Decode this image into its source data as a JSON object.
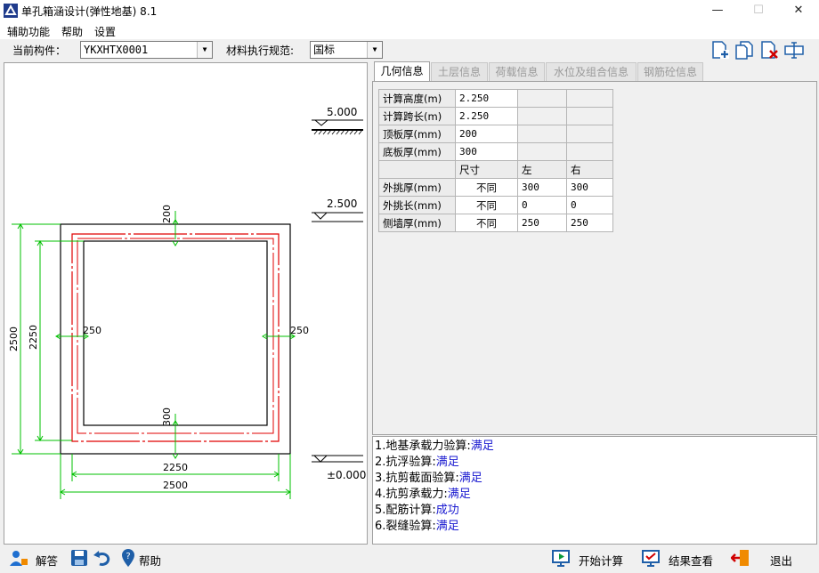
{
  "window": {
    "title": "单孔箱涵设计(弹性地基) 8.1",
    "minimize": "—",
    "maximize": "☐",
    "close": "✕"
  },
  "menu": [
    "辅助功能",
    "帮助",
    "设置"
  ],
  "toolbar": {
    "component_label": "当前构件：",
    "component_value": "YKXHTX0001",
    "code_label": "材料执行规范:",
    "code_value": "国标"
  },
  "tabs": [
    "几何信息",
    "土层信息",
    "荷载信息",
    "水位及组合信息",
    "钢筋砼信息"
  ],
  "geometry": {
    "rows": [
      {
        "label": "计算高度(m)",
        "c1": "2.250"
      },
      {
        "label": "计算跨长(m)",
        "c1": "2.250"
      },
      {
        "label": "顶板厚(mm)",
        "c1": "200"
      },
      {
        "label": "底板厚(mm)",
        "c1": "300"
      }
    ],
    "header": {
      "c1": "尺寸",
      "c2": "左",
      "c3": "右"
    },
    "rows2": [
      {
        "label": "外挑厚(mm)",
        "c1": "不同",
        "c2": "300",
        "c3": "300"
      },
      {
        "label": "外挑长(mm)",
        "c1": "不同",
        "c2": "0",
        "c3": "0"
      },
      {
        "label": "侧墙厚(mm)",
        "c1": "不同",
        "c2": "250",
        "c3": "250"
      }
    ]
  },
  "drawing": {
    "elev_top": "5.000",
    "elev_mid": "2.500",
    "elev_bot": "±0.000",
    "dim_top": "200",
    "dim_bottom": "300",
    "dim_left_wall": "250",
    "dim_right_wall": "250",
    "dim_inner_height": "2250",
    "dim_outer_height": "2500",
    "dim_inner_width": "2250",
    "dim_outer_width": "2500"
  },
  "results": [
    {
      "prefix": "1.地基承载力验算:",
      "status": "满足"
    },
    {
      "prefix": "2.抗浮验算:",
      "status": "满足"
    },
    {
      "prefix": "3.抗剪截面验算:",
      "status": "满足"
    },
    {
      "prefix": "4.抗剪承载力:",
      "status": "满足"
    },
    {
      "prefix": "5.配筋计算:",
      "status": "成功"
    },
    {
      "prefix": "6.裂缝验算:",
      "status": "满足"
    }
  ],
  "bottom": {
    "answer": "解答",
    "help": "帮助",
    "start": "开始计算",
    "view": "结果查看",
    "exit": "退出"
  },
  "colors": {
    "dim_green": "#00c000",
    "rebar_red": "#e00000",
    "status_blue": "#1a1ad0"
  }
}
